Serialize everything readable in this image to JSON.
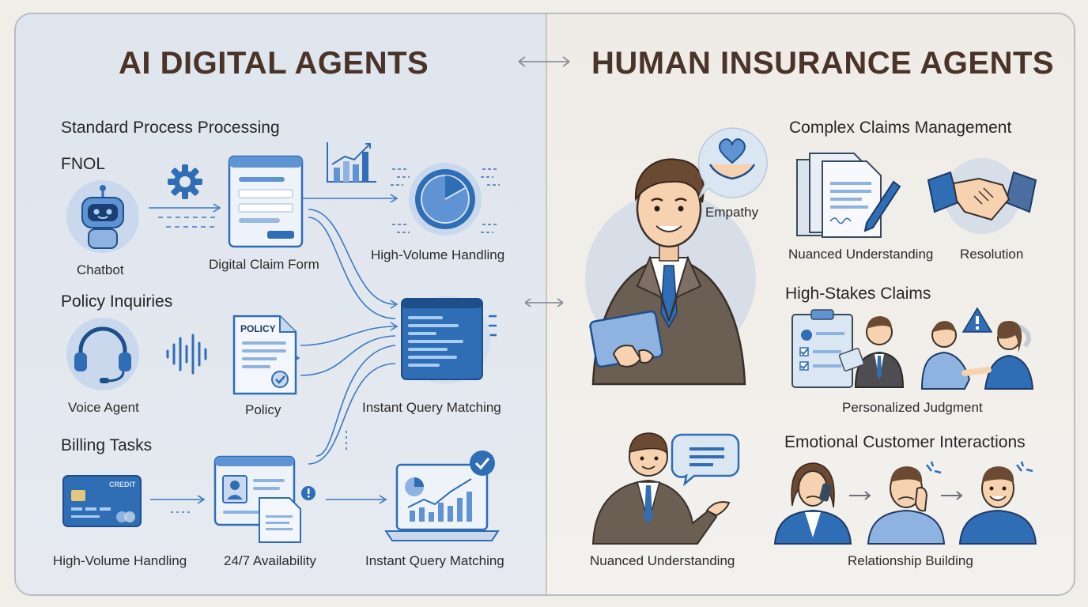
{
  "left": {
    "title": "AI DIGITAL AGENTS",
    "sections": {
      "standard": "Standard Process Processing",
      "fnol": "FNOL",
      "policy_inquiries": "Policy Inquiries",
      "billing": "Billing Tasks"
    },
    "labels": {
      "chatbot": "Chatbot",
      "claim_form": "Digital Claim Form",
      "high_volume_top": "High-Volume Handling",
      "voice_agent": "Voice Agent",
      "policy": "Policy",
      "instant_query_mid": "Instant Query Matching",
      "high_volume_bottom": "High-Volume Handling",
      "availability": "24/7 Availability",
      "instant_query_bottom": "Instant Query Matching"
    },
    "doc_policy_text": "POLICY",
    "card_text": "CREDIT"
  },
  "right": {
    "title": "HUMAN INSURANCE AGENTS",
    "sections": {
      "complex": "Complex Claims Management",
      "high_stakes": "High-Stakes Claims",
      "emotional": "Emotional Customer Interactions"
    },
    "labels": {
      "empathy": "Empathy",
      "nuanced_top": "Nuanced Understanding",
      "resolution": "Resolution",
      "personalized": "Personalized  Judgment",
      "nuanced_bottom": "Nuanced Understanding",
      "relationship": "Relationship Building"
    }
  },
  "colors": {
    "accent": "#2f6db5",
    "title": "#4a3328",
    "suit": "#6b5e53"
  }
}
